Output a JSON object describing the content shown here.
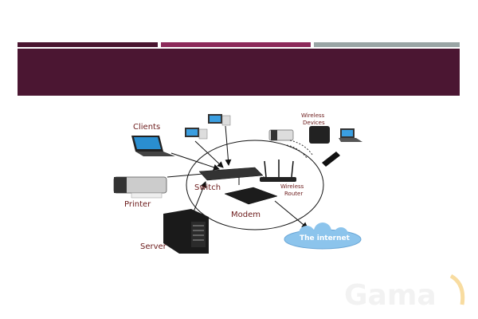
{
  "slide": {
    "accent_bars": [
      "#4a1530",
      "#8c2a5a",
      "#9aa5a5"
    ],
    "header_color": "#4b1632"
  },
  "diagram": {
    "labels": {
      "clients": "Clients",
      "printer": "Printer",
      "server": "Server",
      "switch": "Switch",
      "modem": "Modem",
      "wireless_router_1": "Wireless",
      "wireless_router_2": "Router",
      "wireless_devices_1": "Wireless",
      "wireless_devices_2": "Devices",
      "internet": "The internet"
    },
    "cloud_color": "#8cc4ec"
  },
  "watermark": {
    "text": "Gama"
  }
}
